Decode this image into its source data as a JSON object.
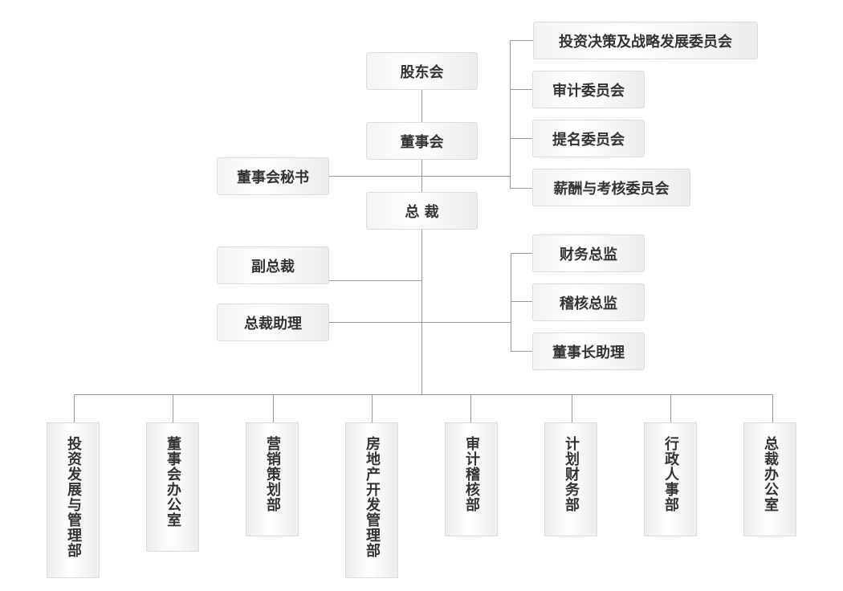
{
  "diagram": {
    "type": "org-chart",
    "colors": {
      "line": "#999999",
      "text": "#333333",
      "box_border": "#dcdcdc",
      "box_fill": "#f0f0f0"
    },
    "main_chain": {
      "shareholders": "股东会",
      "board": "董事会",
      "president": "总 裁"
    },
    "board_secretary": "董事会秘书",
    "committees": [
      "投资决策及战略发展委员会",
      "审计委员会",
      "提名委员会",
      "薪酬与考核委员会"
    ],
    "president_left": [
      "副总裁",
      "总裁助理"
    ],
    "president_right": [
      "财务总监",
      "稽核总监",
      "董事长助理"
    ],
    "departments": [
      "投资发展与管理部",
      "董事会办公室",
      "营销策划部",
      "房地产开发管理部",
      "审计稽核部",
      "计划财务部",
      "行政人事部",
      "总裁办公室"
    ]
  }
}
